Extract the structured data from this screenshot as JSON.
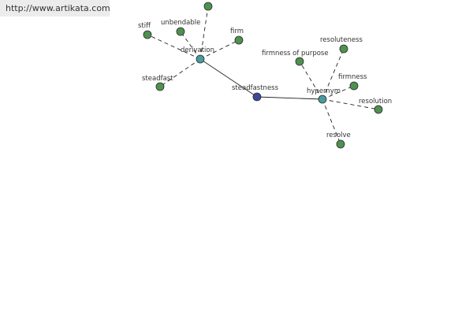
{
  "watermark": {
    "url": "http://www.artikata.com"
  },
  "colors": {
    "leaf": "#4f9150",
    "relation": "#4a9aa0",
    "center": "#3e4896"
  },
  "graph": {
    "nodes": [
      {
        "id": "steadfastness",
        "label": "steadfastness",
        "kind": "center"
      },
      {
        "id": "derivation",
        "label": "derivation",
        "kind": "relation"
      },
      {
        "id": "hypernym",
        "label": "hypernym",
        "kind": "relation"
      },
      {
        "id": "stiff",
        "label": "stiff",
        "kind": "leaf"
      },
      {
        "id": "unbendable",
        "label": "unbendable",
        "kind": "leaf"
      },
      {
        "id": "firm",
        "label": "firm",
        "kind": "leaf"
      },
      {
        "id": "steadfast",
        "label": "steadfast",
        "kind": "leaf"
      },
      {
        "id": "top-node",
        "label": "",
        "kind": "leaf"
      },
      {
        "id": "firmness-of-purpose",
        "label": "firmness of purpose",
        "kind": "leaf"
      },
      {
        "id": "resoluteness",
        "label": "resoluteness",
        "kind": "leaf"
      },
      {
        "id": "firmness",
        "label": "firmness",
        "kind": "leaf"
      },
      {
        "id": "resolution",
        "label": "resolution",
        "kind": "leaf"
      },
      {
        "id": "resolve",
        "label": "resolve",
        "kind": "leaf"
      }
    ],
    "edges": [
      {
        "from": "steadfastness",
        "to": "derivation",
        "style": "solid"
      },
      {
        "from": "steadfastness",
        "to": "hypernym",
        "style": "solid"
      },
      {
        "from": "derivation",
        "to": "stiff",
        "style": "dashed"
      },
      {
        "from": "derivation",
        "to": "unbendable",
        "style": "dashed"
      },
      {
        "from": "derivation",
        "to": "firm",
        "style": "dashed"
      },
      {
        "from": "derivation",
        "to": "steadfast",
        "style": "dashed"
      },
      {
        "from": "derivation",
        "to": "top-node",
        "style": "dashed"
      },
      {
        "from": "hypernym",
        "to": "firmness-of-purpose",
        "style": "dashed"
      },
      {
        "from": "hypernym",
        "to": "resoluteness",
        "style": "dashed"
      },
      {
        "from": "hypernym",
        "to": "firmness",
        "style": "dashed"
      },
      {
        "from": "hypernym",
        "to": "resolution",
        "style": "dashed"
      },
      {
        "from": "hypernym",
        "to": "resolve",
        "style": "dashed"
      }
    ]
  }
}
